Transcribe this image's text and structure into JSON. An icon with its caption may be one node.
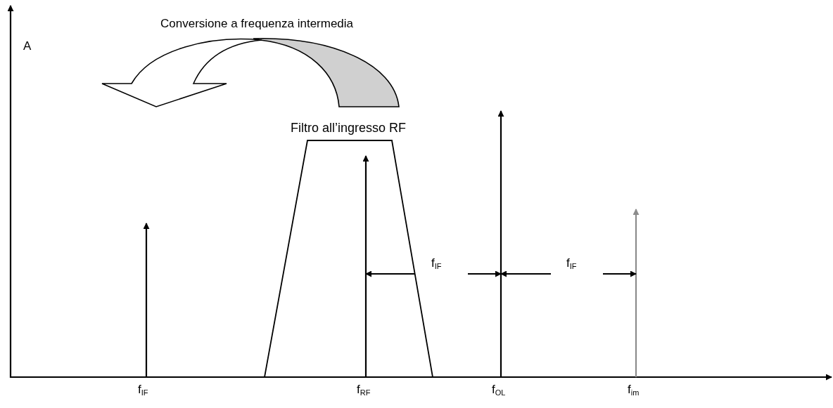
{
  "diagram": {
    "nodes": [
      {
        "text": [
          "Filtro all’ingresso RF"
        ]
      }
    ],
    "labels": [
      "Conversione a frequenza intermedia",
      "A",
      "f$_{IF}$",
      "f$_{IF}$",
      "f$_{IF}$",
      "f$_{RF}$",
      "f$_{OL}$",
      "f$_{im}$"
    ]
  }
}
